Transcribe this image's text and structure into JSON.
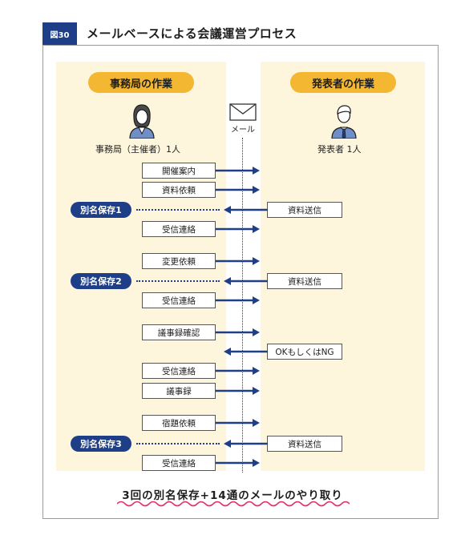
{
  "figure": {
    "tag": "図30",
    "title": "メールベースによる会議運営プロセス"
  },
  "lanes": {
    "left": {
      "title": "事務局の作業",
      "actor": "事務局（主催者）1人"
    },
    "right": {
      "title": "発表者の作業",
      "actor": "発表者 1人"
    }
  },
  "mail": {
    "label": "メール",
    "icon": "envelope-icon"
  },
  "left_boxes": [
    "開催案内",
    "資料依頼",
    "受信連絡",
    "変更依頼",
    "受信連絡",
    "議事録確認",
    "受信連絡",
    "議事録",
    "宿題依頼",
    "受信連絡"
  ],
  "right_boxes": [
    "資料送信",
    "資料送信",
    "OKもしくはNG",
    "資料送信"
  ],
  "save_labels": [
    "別名保存1",
    "別名保存2",
    "別名保存3"
  ],
  "summary": "3回の別名保存+14通のメールのやり取り",
  "colors": {
    "navy": "#1e3f87",
    "lane_title": "#f4b731",
    "lane_bg": "#fdf6dd",
    "wavy": "#e2326b"
  }
}
